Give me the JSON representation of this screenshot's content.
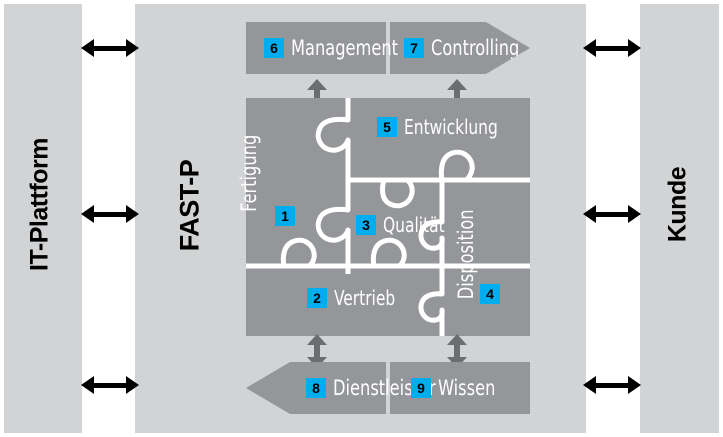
{
  "diagram": {
    "title": "FAST-P",
    "left_label": "IT-Plattform",
    "center_label": "FAST-P",
    "right_label": "Kunde",
    "colors": {
      "band": "#d2d3d5",
      "panel": "#949699",
      "badge": "#00aeef",
      "text_on_panel": "#ffffff",
      "arrow": "#000000",
      "vertical_arrow": "#6c6d70"
    }
  },
  "top_bar": {
    "shape": "arrow-right",
    "cells": [
      {
        "number": "6",
        "label": "Management"
      },
      {
        "number": "7",
        "label": "Controlling"
      }
    ]
  },
  "bottom_bar": {
    "shape": "arrow-left",
    "cells": [
      {
        "number": "8",
        "label": "Dienstleister"
      },
      {
        "number": "9",
        "label": "Wissen"
      }
    ]
  },
  "puzzle": {
    "pieces": [
      {
        "number": "1",
        "label": "Fertigung",
        "orientation": "vertical"
      },
      {
        "number": "2",
        "label": "Vertrieb",
        "orientation": "horizontal"
      },
      {
        "number": "3",
        "label": "Qualität",
        "orientation": "horizontal"
      },
      {
        "number": "4",
        "label": "Disposition",
        "orientation": "vertical"
      },
      {
        "number": "5",
        "label": "Entwicklung",
        "orientation": "horizontal"
      }
    ]
  },
  "connectors": {
    "horizontal_arrows": 6,
    "vertical_arrows": 4,
    "style": "double-headed"
  }
}
